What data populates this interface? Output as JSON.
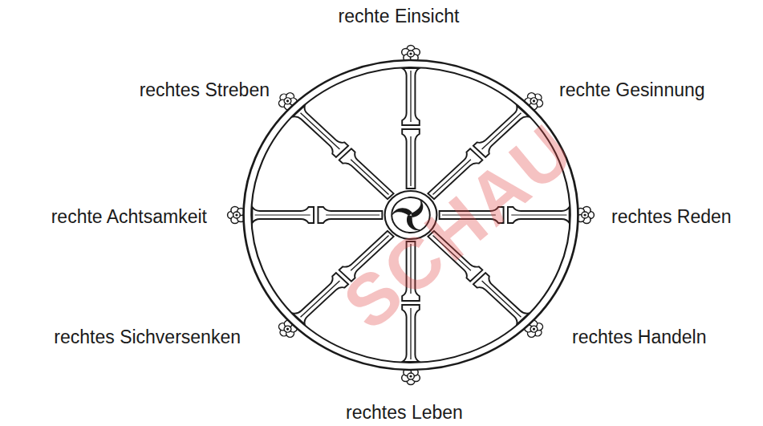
{
  "diagram": {
    "labels": [
      "rechte Einsicht",
      "rechtes Streben",
      "rechte Gesinnung",
      "rechte Achtsamkeit",
      "rechtes Reden",
      "rechtes Sichversenken",
      "rechtes Handeln",
      "rechtes Leben",
      "SCHAU"
    ]
  }
}
